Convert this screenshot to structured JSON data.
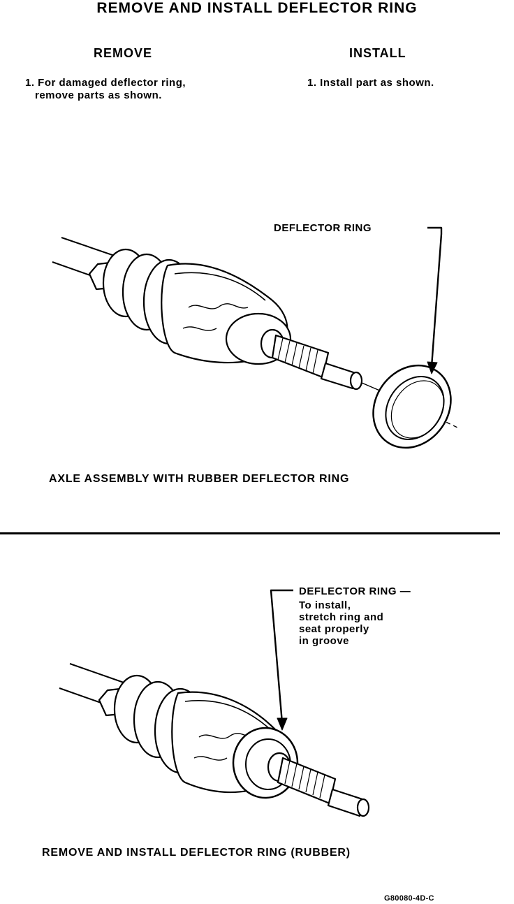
{
  "title": "REMOVE AND INSTALL DEFLECTOR RING",
  "remove": {
    "heading": "REMOVE",
    "step": "1. For damaged deflector ring,\n   remove parts as shown."
  },
  "install": {
    "heading": "INSTALL",
    "step": "1. Install part as shown."
  },
  "figure1": {
    "label": "DEFLECTOR RING",
    "caption": "AXLE ASSEMBLY WITH RUBBER DEFLECTOR RING"
  },
  "figure2": {
    "label": "DEFLECTOR RING —",
    "note": "To install,\nstretch ring and\nseat properly\nin groove",
    "caption": "REMOVE AND INSTALL DEFLECTOR RING (RUBBER)"
  },
  "figure_code": "G80080-4D-C"
}
